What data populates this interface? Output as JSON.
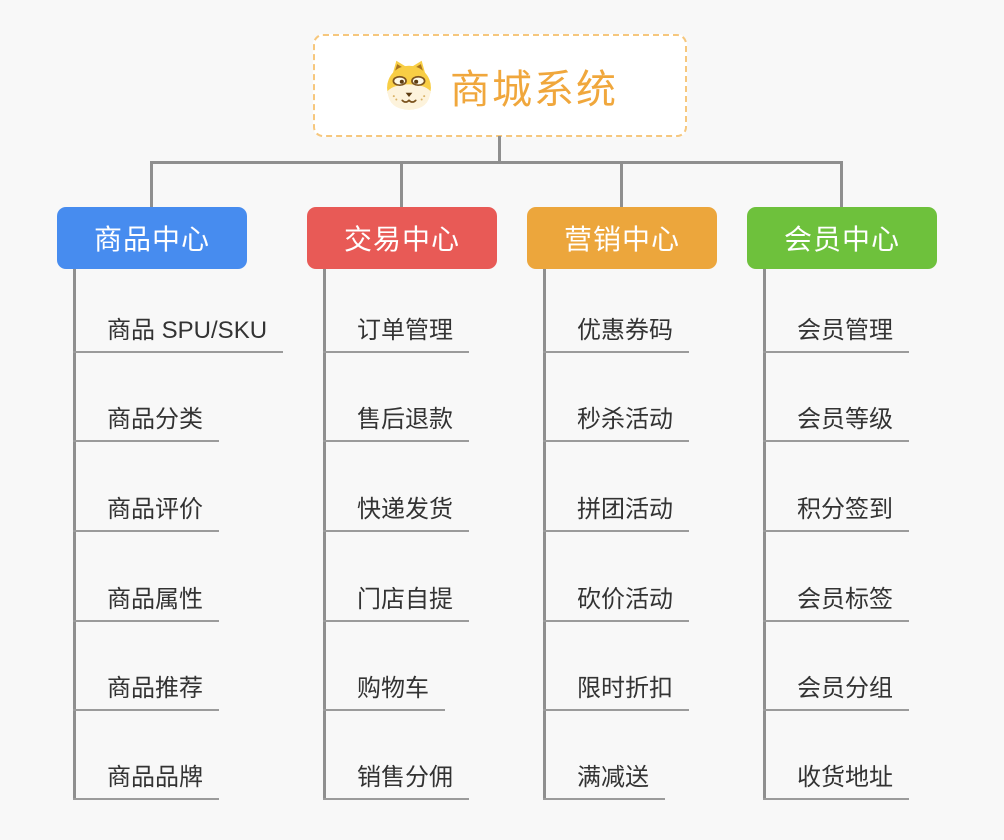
{
  "page": {
    "background": "#f8f8f8"
  },
  "colors": {
    "connector": "#8f8f8f",
    "leaf_underline": "#9b9b9b",
    "root_text": "#f0a73c",
    "root_border": "#f6c77d"
  },
  "root": {
    "label": "商城系统",
    "icon": "dog-face-icon"
  },
  "branches": [
    {
      "label": "商品中心",
      "color": "#478cef",
      "items": [
        "商品 SPU/SKU",
        "商品分类",
        "商品评价",
        "商品属性",
        "商品推荐",
        "商品品牌"
      ]
    },
    {
      "label": "交易中心",
      "color": "#e85a56",
      "items": [
        "订单管理",
        "售后退款",
        "快递发货",
        "门店自提",
        "购物车",
        "销售分佣"
      ]
    },
    {
      "label": "营销中心",
      "color": "#eca63c",
      "items": [
        "优惠券码",
        "秒杀活动",
        "拼团活动",
        "砍价活动",
        "限时折扣",
        "满减送"
      ]
    },
    {
      "label": "会员中心",
      "color": "#6ec13c",
      "items": [
        "会员管理",
        "会员等级",
        "积分签到",
        "会员标签",
        "会员分组",
        "收货地址"
      ]
    }
  ]
}
